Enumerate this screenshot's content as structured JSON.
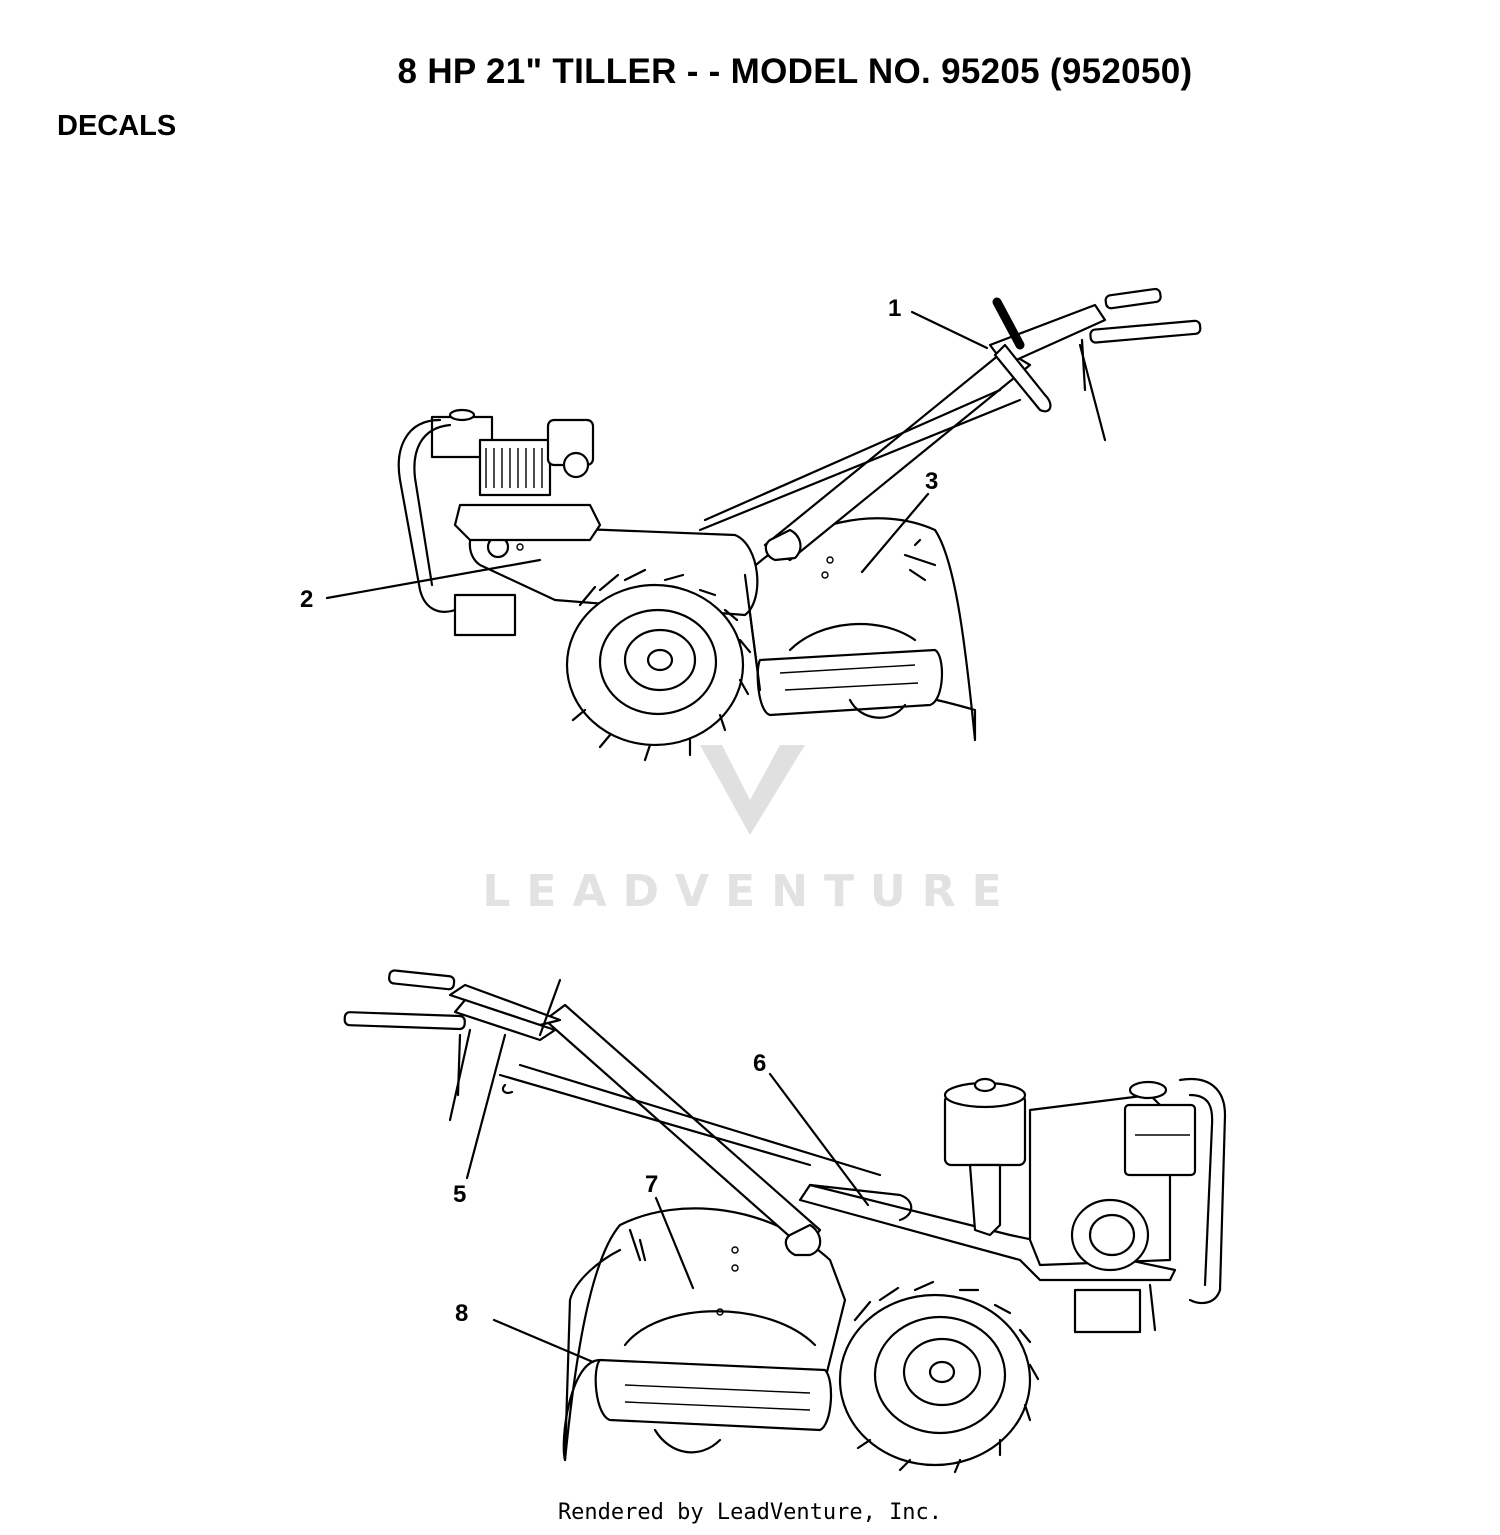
{
  "header": {
    "title": "8 HP 21\" TILLER - - MODEL NO. 95205 (952050)",
    "section": "DECALS"
  },
  "callouts": [
    {
      "id": "c1",
      "label": "1"
    },
    {
      "id": "c2",
      "label": "2"
    },
    {
      "id": "c3",
      "label": "3"
    },
    {
      "id": "c5",
      "label": "5"
    },
    {
      "id": "c6",
      "label": "6"
    },
    {
      "id": "c7",
      "label": "7"
    },
    {
      "id": "c8",
      "label": "8"
    }
  ],
  "watermark": {
    "text": "LEADVENTURE"
  },
  "footer": {
    "text": "Rendered by LeadVenture, Inc."
  },
  "colors": {
    "ink": "#000000",
    "paper": "#ffffff",
    "watermark": "#e2e2e2"
  }
}
